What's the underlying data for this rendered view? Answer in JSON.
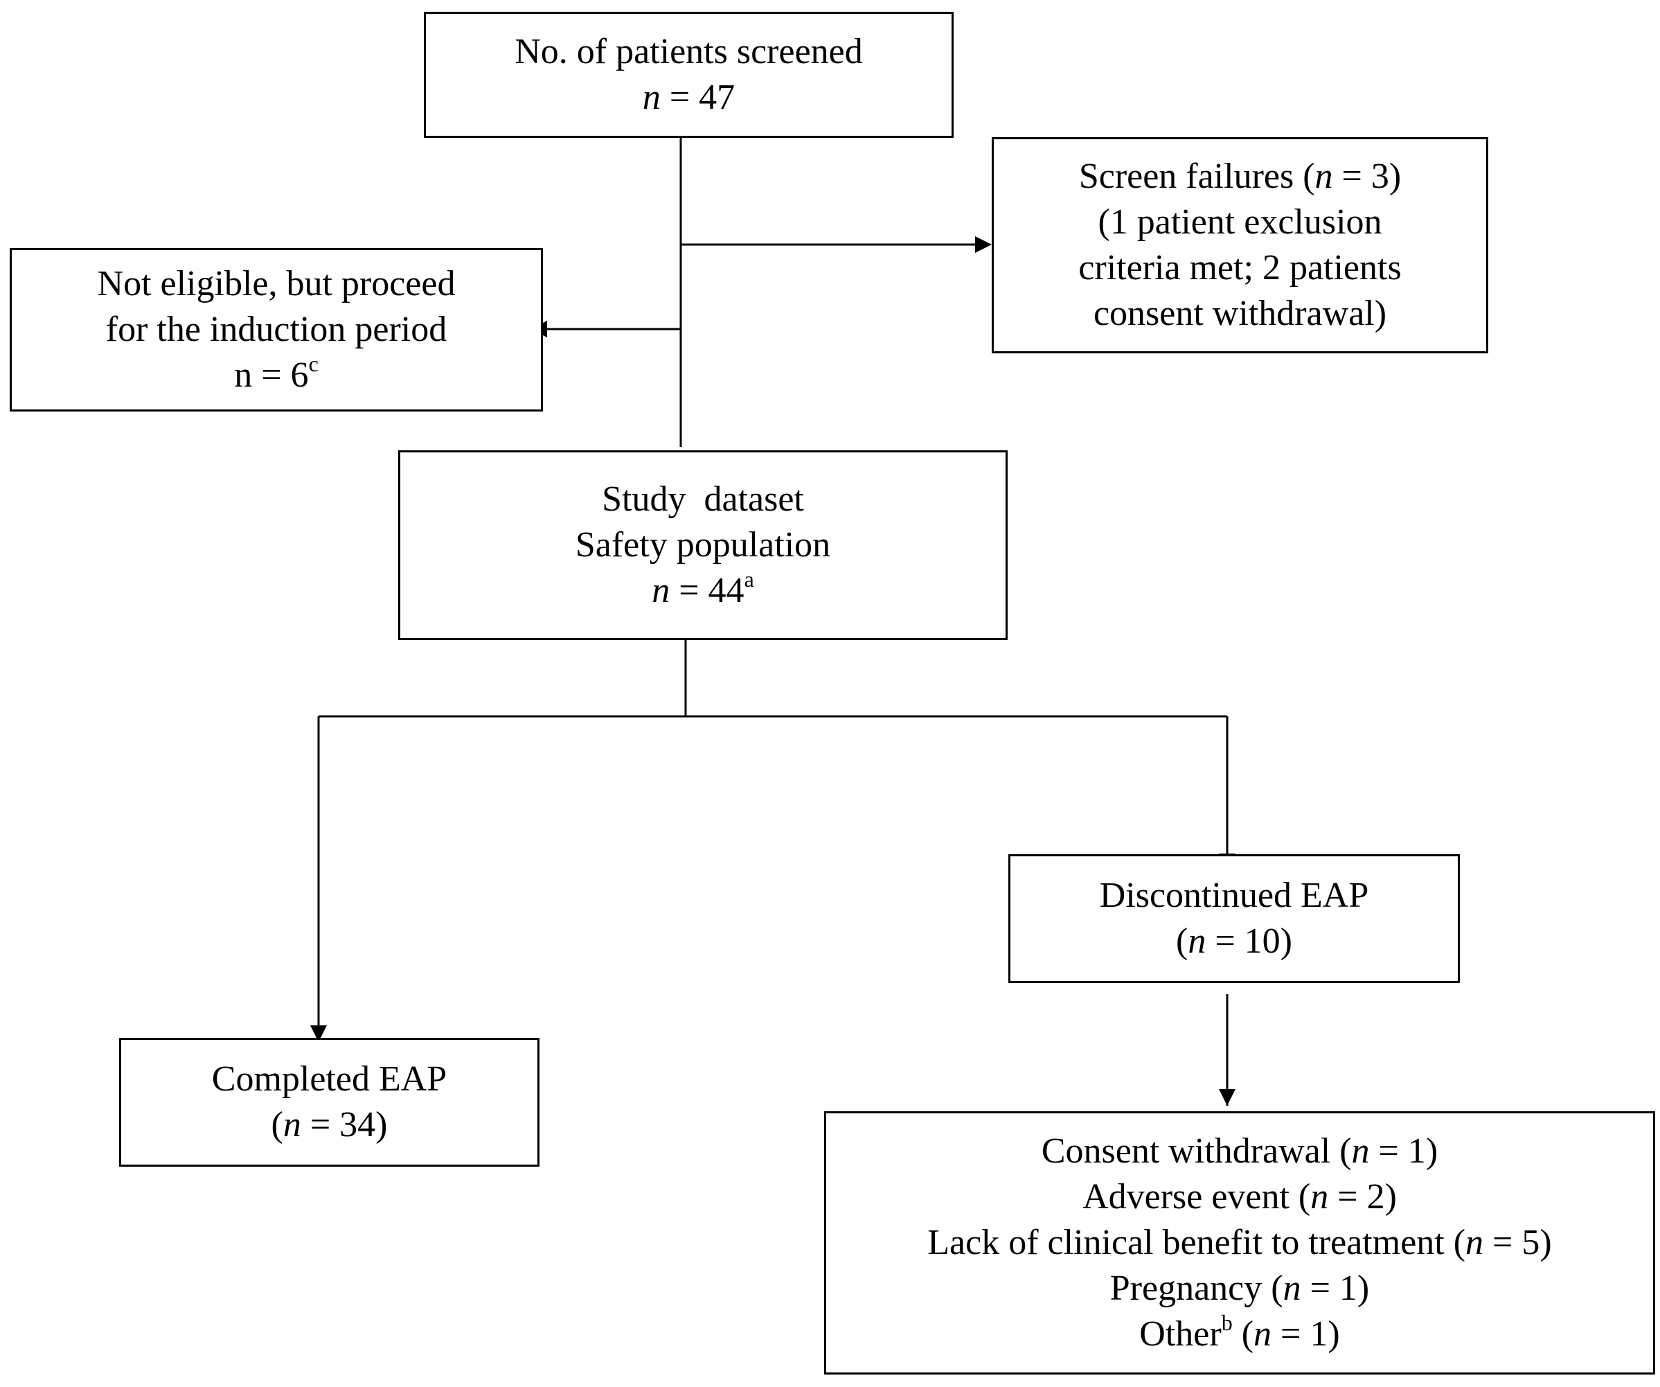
{
  "screened": {
    "title": "No. of patients screened",
    "n_var": "n",
    "eq": " = ",
    "n_value": "47"
  },
  "screen_failures": {
    "line1_pre": "Screen failures (",
    "n_var": "n",
    "line1_post": " = 3)",
    "line2": "(1 patient exclusion",
    "line3": "criteria met; 2 patients",
    "line4": "consent withdrawal)"
  },
  "not_eligible": {
    "line1": "Not eligible, but proceed",
    "line2": "for the induction period",
    "count": "n = 6",
    "footnote": "c"
  },
  "study_dataset": {
    "line1": "Study  dataset",
    "line2": "Safety population",
    "n_var": "n",
    "eq": " = 44",
    "footnote": "a"
  },
  "discontinued": {
    "title": "Discontinued EAP",
    "pre": "(",
    "n_var": "n",
    "post": " = 10)"
  },
  "completed": {
    "title": "Completed EAP",
    "pre": "(",
    "n_var": "n",
    "post": " = 34)"
  },
  "reasons": [
    {
      "label": "Consent withdrawal (",
      "n_var": "n",
      "post": " = 1)"
    },
    {
      "label": "Adverse event (",
      "n_var": "n",
      "post": " = 2)"
    },
    {
      "label": "Lack of clinical benefit to treatment (",
      "n_var": "n",
      "post": " = 5)"
    },
    {
      "label": "Pregnancy (",
      "n_var": "n",
      "post": " = 1)"
    },
    {
      "label": "Other",
      "footnote": "b",
      "label_post": " (",
      "n_var": "n",
      "post": " = 1)"
    }
  ]
}
